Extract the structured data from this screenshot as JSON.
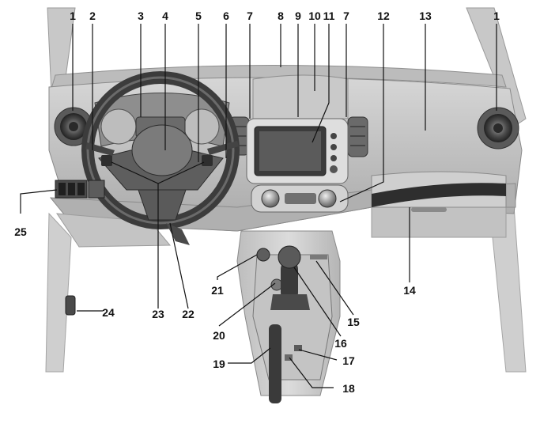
{
  "callouts": [
    {
      "id": "c1l",
      "text": "1"
    },
    {
      "id": "c2",
      "text": "2"
    },
    {
      "id": "c3",
      "text": "3"
    },
    {
      "id": "c4",
      "text": "4"
    },
    {
      "id": "c5",
      "text": "5"
    },
    {
      "id": "c6",
      "text": "6"
    },
    {
      "id": "c7l",
      "text": "7"
    },
    {
      "id": "c8",
      "text": "8"
    },
    {
      "id": "c9",
      "text": "9"
    },
    {
      "id": "c10",
      "text": "10"
    },
    {
      "id": "c11",
      "text": "11"
    },
    {
      "id": "c7r",
      "text": "7"
    },
    {
      "id": "c12",
      "text": "12"
    },
    {
      "id": "c13",
      "text": "13"
    },
    {
      "id": "c1r",
      "text": "1"
    },
    {
      "id": "c25",
      "text": "25"
    },
    {
      "id": "c14",
      "text": "14"
    },
    {
      "id": "c21",
      "text": "21"
    },
    {
      "id": "c15",
      "text": "15"
    },
    {
      "id": "c24",
      "text": "24"
    },
    {
      "id": "c23",
      "text": "23"
    },
    {
      "id": "c22",
      "text": "22"
    },
    {
      "id": "c20",
      "text": "20"
    },
    {
      "id": "c16",
      "text": "16"
    },
    {
      "id": "c19",
      "text": "19"
    },
    {
      "id": "c17",
      "text": "17"
    },
    {
      "id": "c18",
      "text": "18"
    }
  ]
}
